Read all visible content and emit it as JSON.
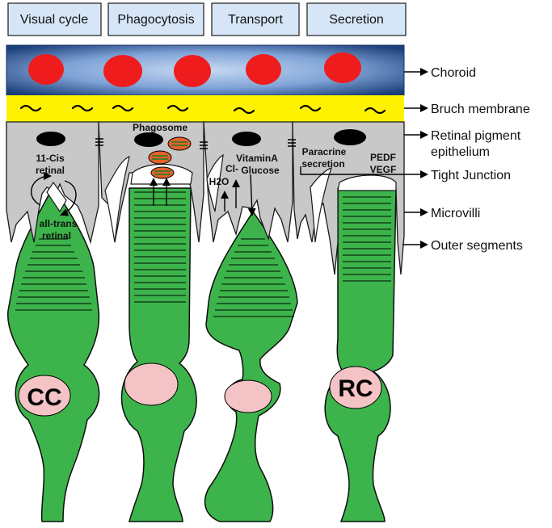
{
  "headers": [
    {
      "label": "Visual cycle"
    },
    {
      "label": "Phagocytosis"
    },
    {
      "label": "Transport"
    },
    {
      "label": "Secretion"
    }
  ],
  "side_labels": [
    {
      "label": "Choroid"
    },
    {
      "label": "Bruch membrane"
    },
    {
      "label": "Retinal pigment"
    },
    {
      "label": "epithelium"
    },
    {
      "label": "Tight Junction"
    },
    {
      "label": "Microvilli"
    },
    {
      "label": "Outer segments"
    }
  ],
  "inner_labels": {
    "cis_1": "11-Cis",
    "cis_2": "retinal",
    "trans_1": "all-trans",
    "trans_2": "retinal",
    "phagosome": "Phagosome",
    "vitamin_a": "VitaminA",
    "cl": "Cl-",
    "glucose": "Glucose",
    "h2o": "H2O",
    "paracrine_1": "Paracrine",
    "paracrine_2": "secretion",
    "pedf": "PEDF",
    "vegf": "VEGF"
  },
  "cells": {
    "cone": "CC",
    "rod": "RC"
  },
  "colors": {
    "header_fill": "#d6e6f7",
    "choroid_outer": "#1b3f79",
    "choroid_inner": "#c7d9f2",
    "blood_cell": "#ee1c1c",
    "bruch": "#fff200",
    "rpe": "#c8c8c8",
    "photoreceptor": "#3cb44b",
    "nucleus": "#f4c3c5",
    "phagosome": "#e3622a"
  }
}
